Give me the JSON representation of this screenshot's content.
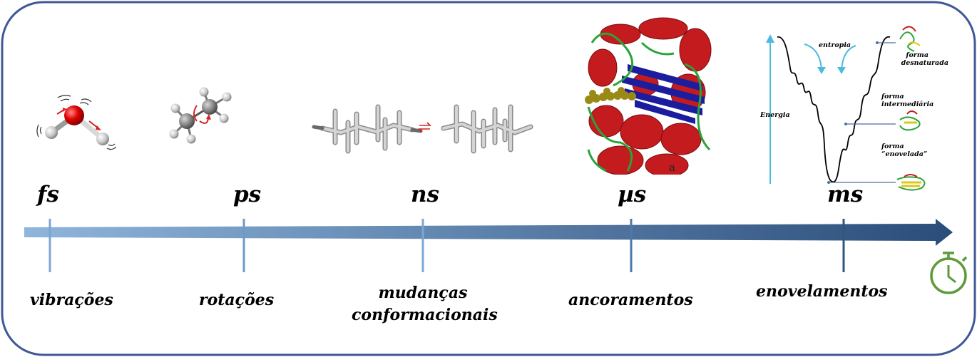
{
  "scales": [
    {
      "unit": "fs",
      "process": "vibrações"
    },
    {
      "unit": "ps",
      "process": "rotações"
    },
    {
      "unit": "ns",
      "process": [
        "mudanças",
        "conformacionais"
      ]
    },
    {
      "unit": "µs",
      "process": "ancoramentos"
    },
    {
      "unit": "ms",
      "process": "enovelamentos"
    }
  ],
  "energy_panel": {
    "axis_label": "Energia",
    "entropy_label": "entropia",
    "states": [
      {
        "lines": [
          "forma",
          "desnaturada"
        ]
      },
      {
        "lines": [
          "forma",
          "intermediária"
        ]
      },
      {
        "lines": [
          "forma",
          "“enovelada”"
        ]
      }
    ]
  },
  "protein_label": "a",
  "colors": {
    "frame": "#3f5896",
    "arrow_start": "#8fb5dc",
    "arrow_end": "#2a4d79",
    "tick_colors": [
      "#7aa5d2",
      "#6c9ac9",
      "#7aa7d3",
      "#4d78a8",
      "#2f5680"
    ],
    "stopwatch": "#5d9a38",
    "energy_axis": "#4cbbe0",
    "helix": "#c41b1f",
    "sheet": "#1c1c9e",
    "loop": "#2aa33a",
    "ligand": "#9a8a15"
  }
}
